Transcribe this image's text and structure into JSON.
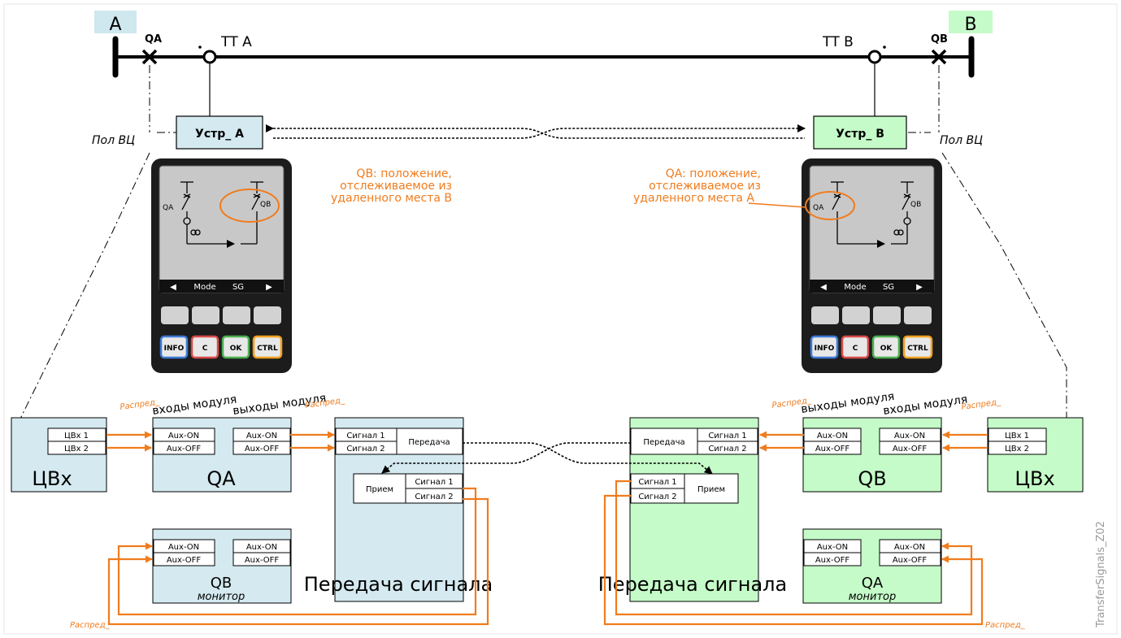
{
  "bus": {
    "label_a": "A",
    "label_b": "B",
    "qa": "QA",
    "qb": "QB",
    "tt_a": "ТТ А",
    "tt_b": "ТТ В"
  },
  "device_a": {
    "name": "Устр_ А"
  },
  "device_b": {
    "name": "Устр_ В"
  },
  "pol_vc": "Пол ВЦ",
  "note_a": [
    "QB: положение,",
    "отслеживаемое из",
    "удаленного места В"
  ],
  "note_b": [
    "QA: положение,",
    "отслеживаемое из",
    "удаленного места А"
  ],
  "hmi": {
    "soft_keys": [
      "Mode",
      "SG"
    ],
    "sld_qa": "QA",
    "sld_qb": "QB",
    "buttons": {
      "info": "INFO",
      "c": "C",
      "ok": "OK",
      "ctrl": "CTRL"
    },
    "colors": {
      "info": "#3d7ad6",
      "c": "#d84b4b",
      "ok": "#4caf50",
      "ctrl": "#f0a020"
    }
  },
  "modules": {
    "dinputs": {
      "title": "ЦВх",
      "in1": "ЦВх 1",
      "in2": "ЦВх 2"
    },
    "qa": "QA",
    "qb": "QB",
    "aux_on": "Aux-ON",
    "aux_off": "Aux-OFF",
    "inputs_label": "входы модуля",
    "outputs_label": "выходы модуля",
    "raspred": "Распред_",
    "signal1": "Сигнал 1",
    "signal2": "Сигнал 2",
    "transmit": "Передача",
    "receive": "Прием",
    "transfer_title": "Передача сигнала",
    "monitor_qb": "QB",
    "monitor_qa": "QA",
    "monitor_sub": "монитор"
  },
  "watermark": "TransferSignals_Z02",
  "colors": {
    "side_a": "#d4e9f0",
    "side_b": "#c5fbc8",
    "signal_arrow": "#f07c1e"
  }
}
